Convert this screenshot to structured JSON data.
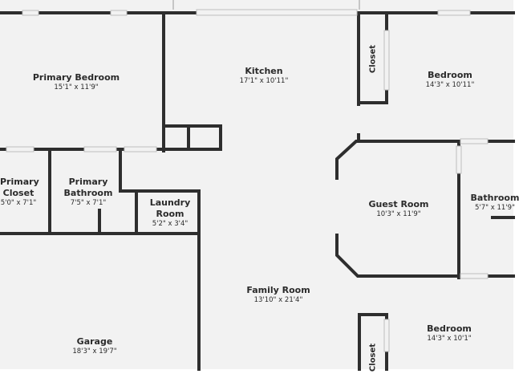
{
  "colors": {
    "wall": "#2e2e2e",
    "floor": "#f2f2f2",
    "window": "#d7d7d7"
  },
  "rooms": {
    "primary_bedroom": {
      "name": "Primary Bedroom",
      "dims": "15'1\" x 11'9\""
    },
    "kitchen": {
      "name": "Kitchen",
      "dims": "17'1\" x 10'11\""
    },
    "bedroom_ne": {
      "name": "Bedroom",
      "dims": "14'3\" x 10'11\""
    },
    "closet_ne": {
      "name": "Closet"
    },
    "primary_closet": {
      "name_line1": "Primary",
      "name_line2": "Closet",
      "dims": "5'0\" x 7'1\""
    },
    "primary_bathroom": {
      "name_line1": "Primary",
      "name_line2": "Bathroom",
      "dims": "7'5\" x 7'1\""
    },
    "laundry_room": {
      "name_line1": "Laundry",
      "name_line2": "Room",
      "dims": "5'2\" x 3'4\""
    },
    "guest_room": {
      "name": "Guest Room",
      "dims": "10'3\" x 11'9\""
    },
    "bathroom_e": {
      "name": "Bathroom",
      "dims": "5'7\" x 11'9\""
    },
    "family_room": {
      "name": "Family Room",
      "dims": "13'10\" x 21'4\""
    },
    "garage": {
      "name": "Garage",
      "dims": "18'3\" x 19'7\""
    },
    "bedroom_se": {
      "name": "Bedroom",
      "dims": "14'3\" x 10'1\""
    },
    "closet_se": {
      "name": "Closet"
    }
  }
}
